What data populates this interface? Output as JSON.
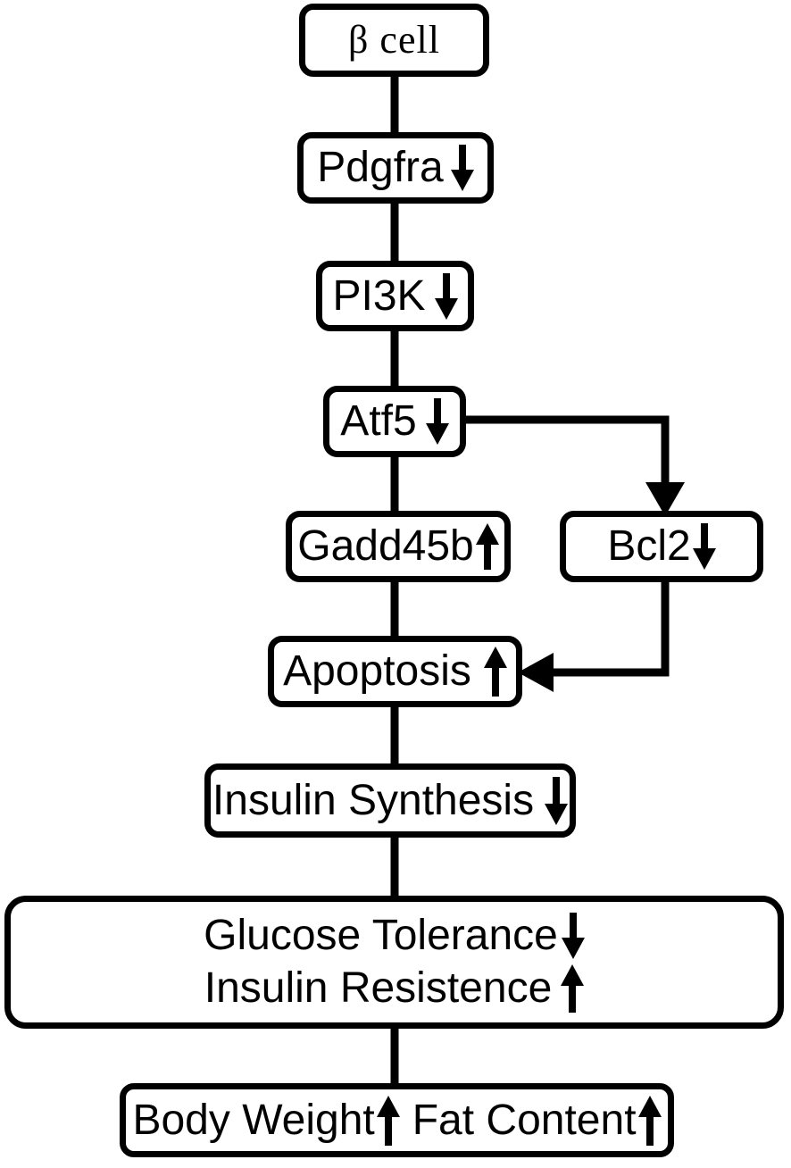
{
  "diagram": {
    "title": "Beta cell Pdgfra signaling pathway flowchart",
    "stroke_color": "#000000",
    "background_color": "#ffffff",
    "nodes": [
      {
        "id": "beta-cell",
        "label": "β  cell",
        "change": "none",
        "font_size": 44,
        "font_style": "serif"
      },
      {
        "id": "pdgfra",
        "label": "Pdgfra",
        "change": "down",
        "font_size": 48,
        "font_style": "sans"
      },
      {
        "id": "pi3k",
        "label": "PI3K",
        "change": "down",
        "font_size": 48,
        "font_style": "sans"
      },
      {
        "id": "atf5",
        "label": "Atf5",
        "change": "down",
        "font_size": 48,
        "font_style": "sans"
      },
      {
        "id": "gadd45b",
        "label": "Gadd45b",
        "change": "up",
        "font_size": 48,
        "font_style": "sans"
      },
      {
        "id": "bcl2",
        "label": "Bcl2",
        "change": "down",
        "font_size": 48,
        "font_style": "sans"
      },
      {
        "id": "apoptosis",
        "label": "Apoptosis",
        "change": "up",
        "font_size": 48,
        "font_style": "sans"
      },
      {
        "id": "insulin-synthesis",
        "label": "Insulin Synthesis",
        "change": "down",
        "font_size": 48,
        "font_style": "sans"
      },
      {
        "id": "glucose-tolerance",
        "label": "Glucose Tolerance",
        "change": "down",
        "font_size": 48,
        "font_style": "sans"
      },
      {
        "id": "insulin-resistence",
        "label": "Insulin Resistence",
        "change": "up",
        "font_size": 48,
        "font_style": "sans"
      },
      {
        "id": "body-weight",
        "label": "Body Weight",
        "change": "up",
        "font_size": 48,
        "font_style": "sans"
      },
      {
        "id": "fat-content",
        "label": "Fat Content",
        "change": "up",
        "font_size": 48,
        "font_style": "sans"
      }
    ],
    "edges": [
      {
        "from": "beta-cell",
        "to": "pdgfra",
        "style": "plain"
      },
      {
        "from": "pdgfra",
        "to": "pi3k",
        "style": "plain"
      },
      {
        "from": "pi3k",
        "to": "atf5",
        "style": "plain"
      },
      {
        "from": "atf5",
        "to": "gadd45b",
        "style": "plain"
      },
      {
        "from": "atf5",
        "to": "bcl2",
        "style": "arrow"
      },
      {
        "from": "gadd45b",
        "to": "apoptosis",
        "style": "plain"
      },
      {
        "from": "bcl2",
        "to": "apoptosis",
        "style": "arrow"
      },
      {
        "from": "apoptosis",
        "to": "insulin-synthesis",
        "style": "plain"
      },
      {
        "from": "insulin-synthesis",
        "to": "metabolic-box",
        "style": "plain"
      },
      {
        "from": "metabolic-box",
        "to": "weight-box",
        "style": "plain"
      }
    ]
  }
}
